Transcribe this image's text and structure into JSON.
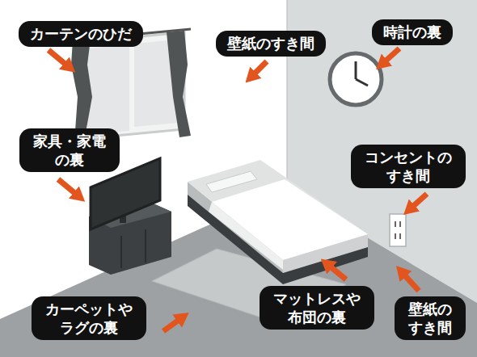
{
  "diagram": {
    "nodes": [
      {
        "text": [
          "カーテンのひだ"
        ]
      },
      {
        "text": [
          "壁紙のすき間"
        ]
      },
      {
        "text": [
          "時計の裏"
        ]
      },
      {
        "text": [
          "家具・家電 の裏"
        ]
      },
      {
        "text": [
          "コンセントの すき間"
        ]
      },
      {
        "text": [
          "マットレスや 布団の裏"
        ]
      },
      {
        "text": [
          "カーペットや ラグの裏"
        ]
      },
      {
        "text": [
          "壁紙の すき間"
        ]
      }
    ]
  }
}
